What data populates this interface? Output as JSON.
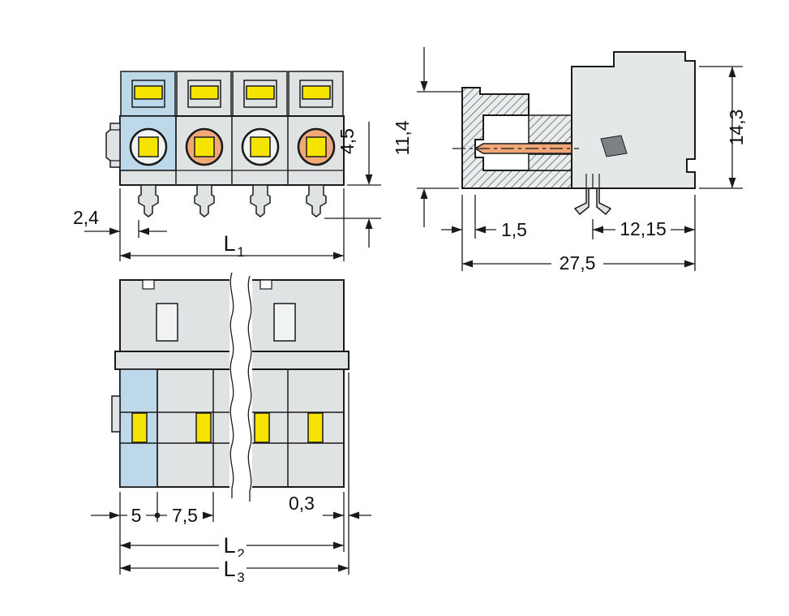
{
  "colors": {
    "body_gray": "#dfe3e3",
    "body_gray_light": "#e4e8e8",
    "pole_blue": "#bdd8e9",
    "contact_yellow": "#f4e400",
    "pin_orange": "#f0a878",
    "line": "#1a1a1a",
    "background": "#ffffff"
  },
  "front_view": {
    "dim_pin_offset": "2,4",
    "dim_pin_length": "4,5",
    "dim_length": {
      "base": "L",
      "sub": "1"
    }
  },
  "side_view": {
    "dim_inner_height": "11,4",
    "dim_pin_setback": "1,5",
    "dim_foot_to_face": "12,15",
    "dim_depth": "27,5",
    "dim_height": "14,3"
  },
  "top_view": {
    "dim_edge_to_center": "5",
    "dim_pitch": "7,5",
    "dim_flange_step": "0,3",
    "dim_length_l2": {
      "base": "L",
      "sub": "2"
    },
    "dim_length_l3": {
      "base": "L",
      "sub": "3"
    }
  }
}
